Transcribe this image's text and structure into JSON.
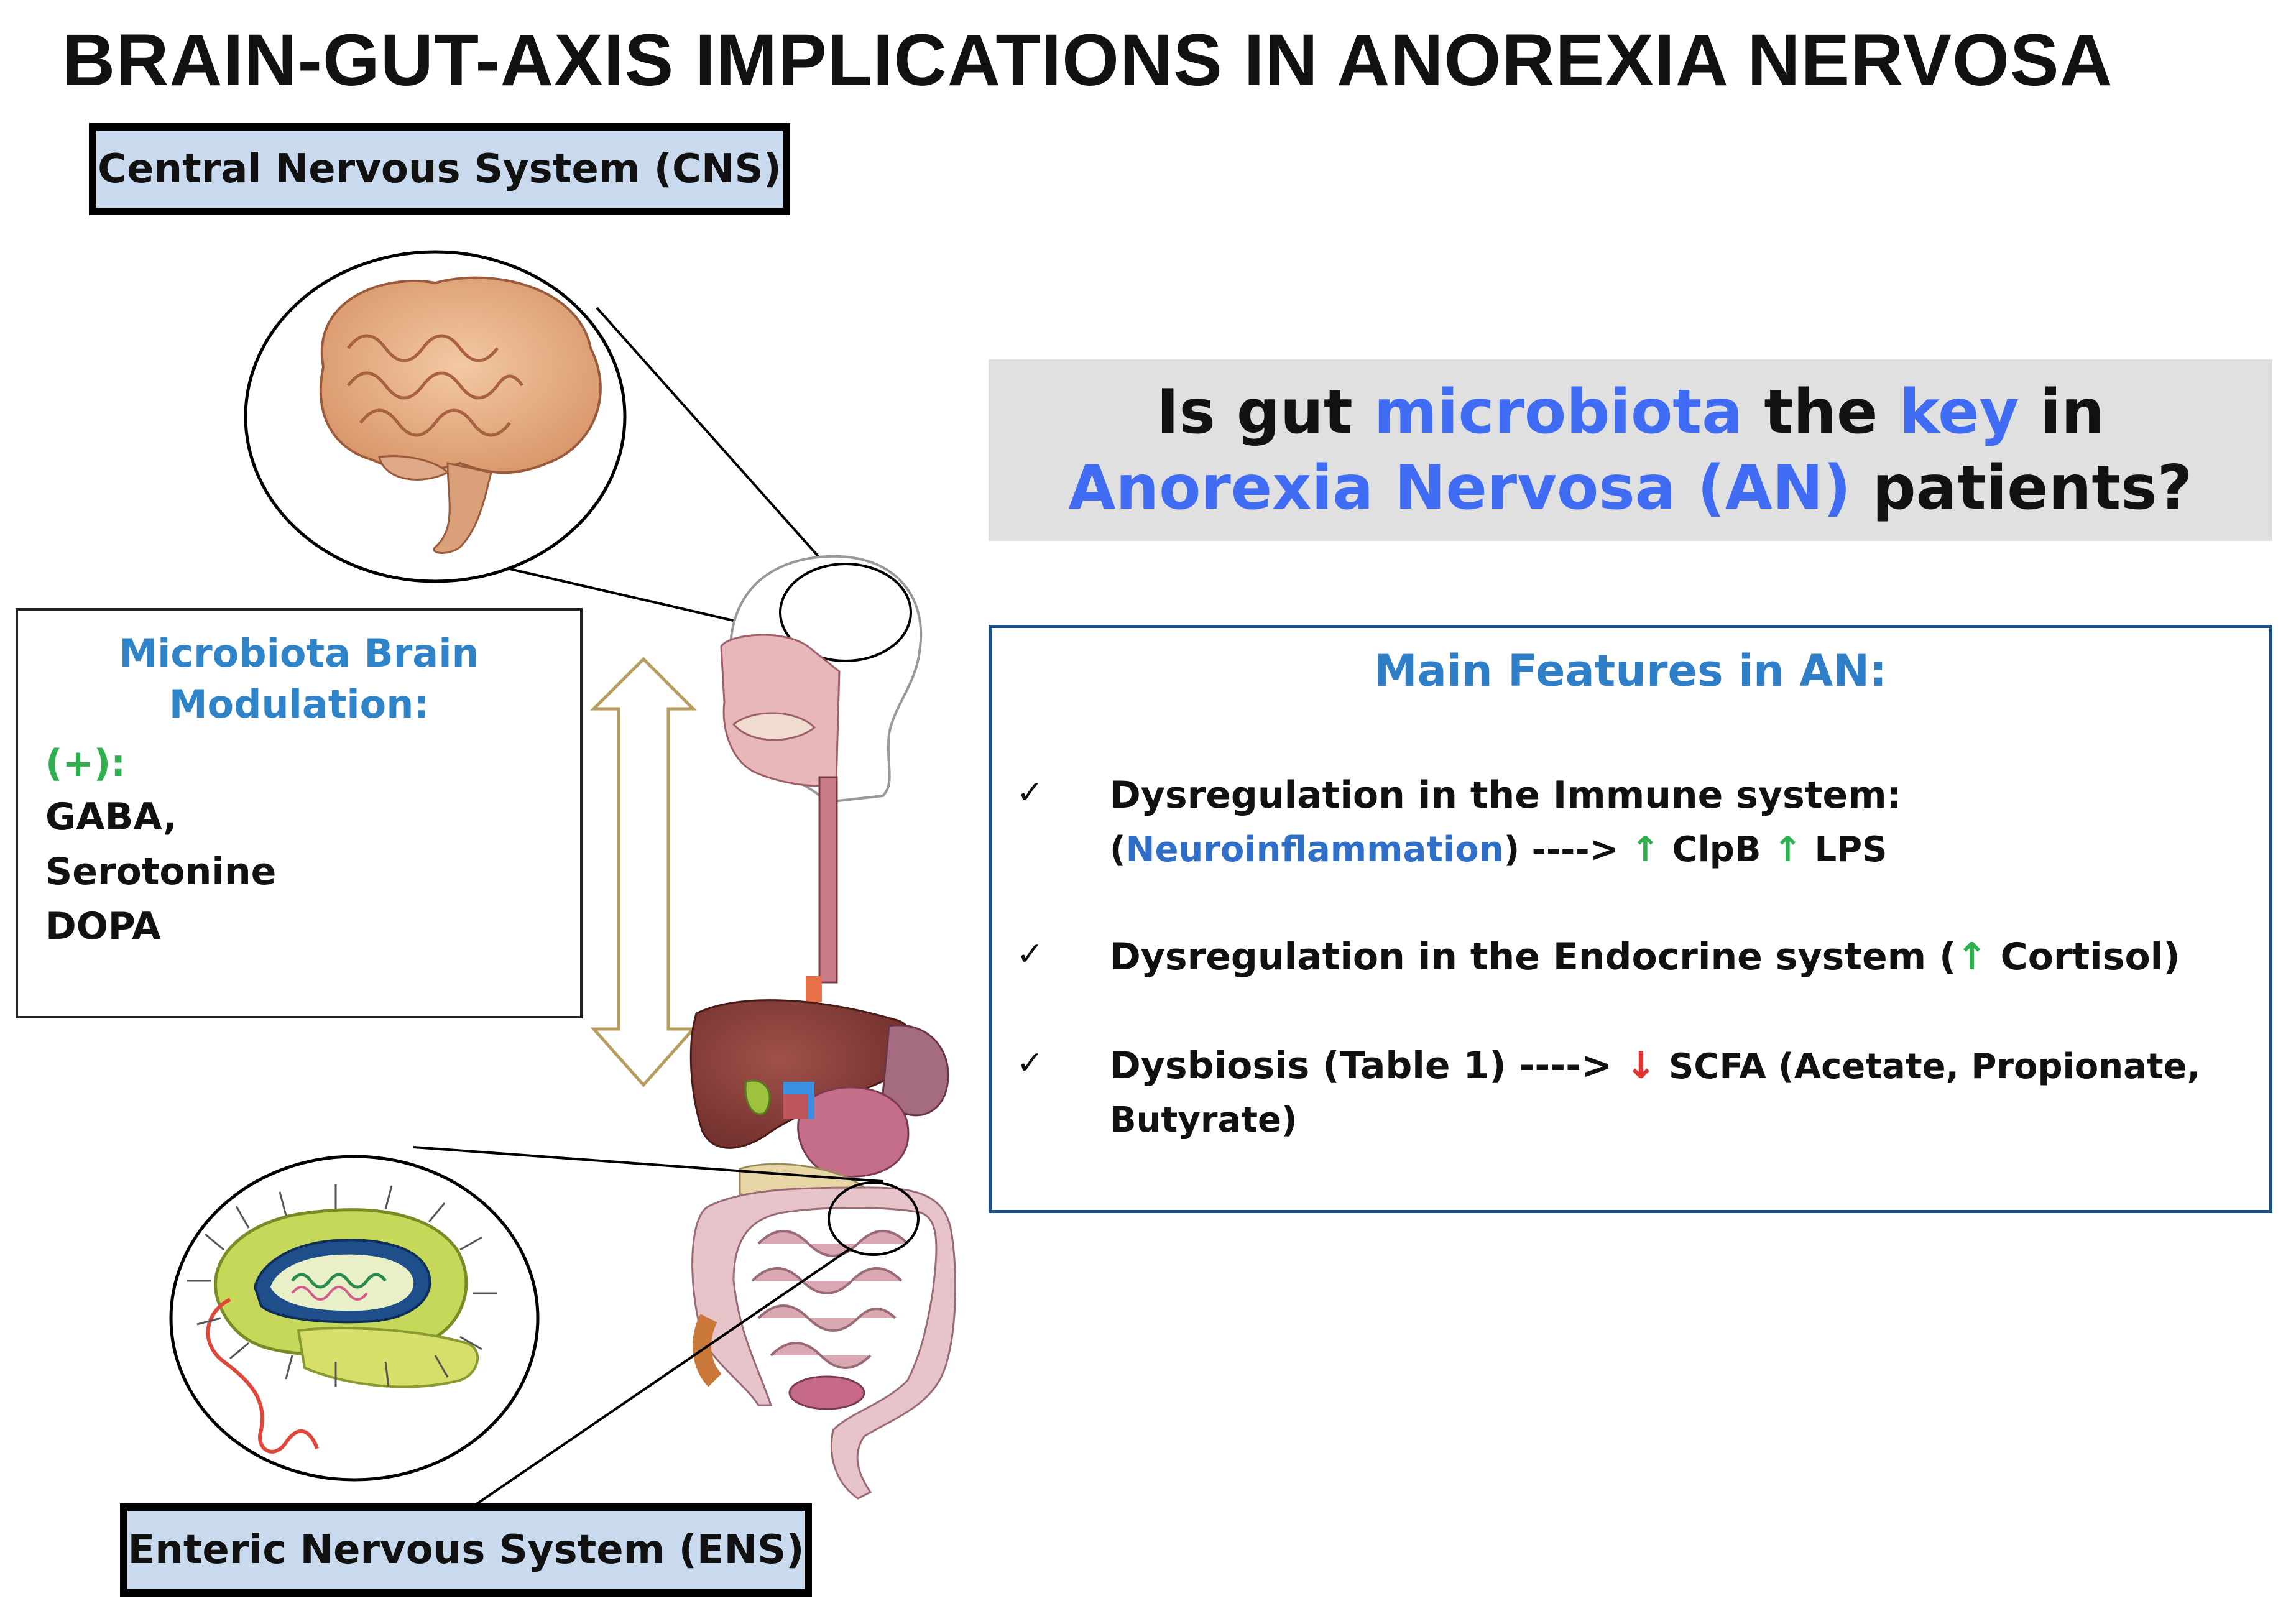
{
  "title": "BRAIN-GUT-AXIS IMPLICATIONS IN ANOREXIA NERVOSA",
  "cns_label": "Central Nervous System (CNS)",
  "ens_label": "Enteric Nervous System (ENS)",
  "question": {
    "line1_a": "Is gut ",
    "line1_b": "microbiota",
    "line1_c": " the ",
    "line1_d": "key",
    "line1_e": " in",
    "line2_a": "Anorexia Nervosa (AN)",
    "line2_b": " patients?"
  },
  "modulation": {
    "title_line1": "Microbiota Brain",
    "title_line2": "Modulation:",
    "plus": "(+):",
    "items": [
      "GABA,",
      "Serotonine",
      "DOPA"
    ]
  },
  "features": {
    "title": "Main Features in AN:",
    "check": "✓",
    "f1_line1": "Dysregulation in the Immune system:",
    "f1_open": "(",
    "f1_neuro": "Neuroinflammation",
    "f1_close": ") ----> ",
    "f1_arrow1": "↑",
    "f1_clpb": " ClpB  ",
    "f1_arrow2": "↑",
    "f1_lps": " LPS",
    "f2_text": "Dysregulation in the Endocrine system (",
    "f2_arrow": "↑",
    "f2_cortisol": " Cortisol)",
    "f3_text": "Dysbiosis (Table 1) ----> ",
    "f3_arrow": "↓",
    "f3_scfa": " SCFA  (Acetate, Propionate,",
    "f3_line2": "Butyrate)"
  },
  "colors": {
    "label_box_fill": "#c9d9ee",
    "question_fill": "#e0e0e0",
    "accent_blue": "#3f6cf3",
    "title_blue": "#2f7fc8",
    "increase_green": "#2fb04f",
    "decrease_red": "#e0322f"
  }
}
